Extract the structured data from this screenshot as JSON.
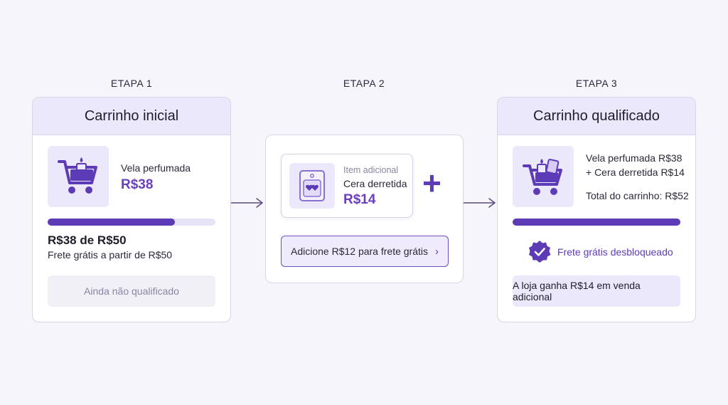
{
  "steps": {
    "step1": {
      "label": "ETAPA 1",
      "title": "Carrinho inicial",
      "item_name": "Vela perfumada",
      "item_price": "R$38",
      "progress_fraction": 0.76,
      "progress_text": "R$38 de R$50",
      "threshold_text": "Frete grátis a partir de R$50",
      "status": "Ainda não qualificado",
      "icon": "shopping-cart-candle-icon"
    },
    "step2": {
      "label": "ETAPA 2",
      "item_kicker": "Item adicional",
      "item_name": "Cera derretida",
      "item_price": "R$14",
      "plus_symbol": "+",
      "cta_label": "Adicione R$12 para frete grátis",
      "cta_chevron": "›",
      "icon": "wax-melt-icon"
    },
    "step3": {
      "label": "ETAPA 3",
      "title": "Carrinho qualificado",
      "line1": "Vela perfumada R$38",
      "line2": "+ Cera derretida R$14",
      "total": "Total do carrinho: R$52",
      "progress_fraction": 1.0,
      "unlocked": "Frete grátis desbloqueado",
      "revenue_note": "A loja ganha R$14 em venda adicional",
      "icon": "shopping-cart-full-icon"
    }
  },
  "colors": {
    "accent": "#5d3bb7",
    "accent_light": "#ece8fb",
    "price": "#6a3fc0",
    "muted": "#8a86a0"
  }
}
